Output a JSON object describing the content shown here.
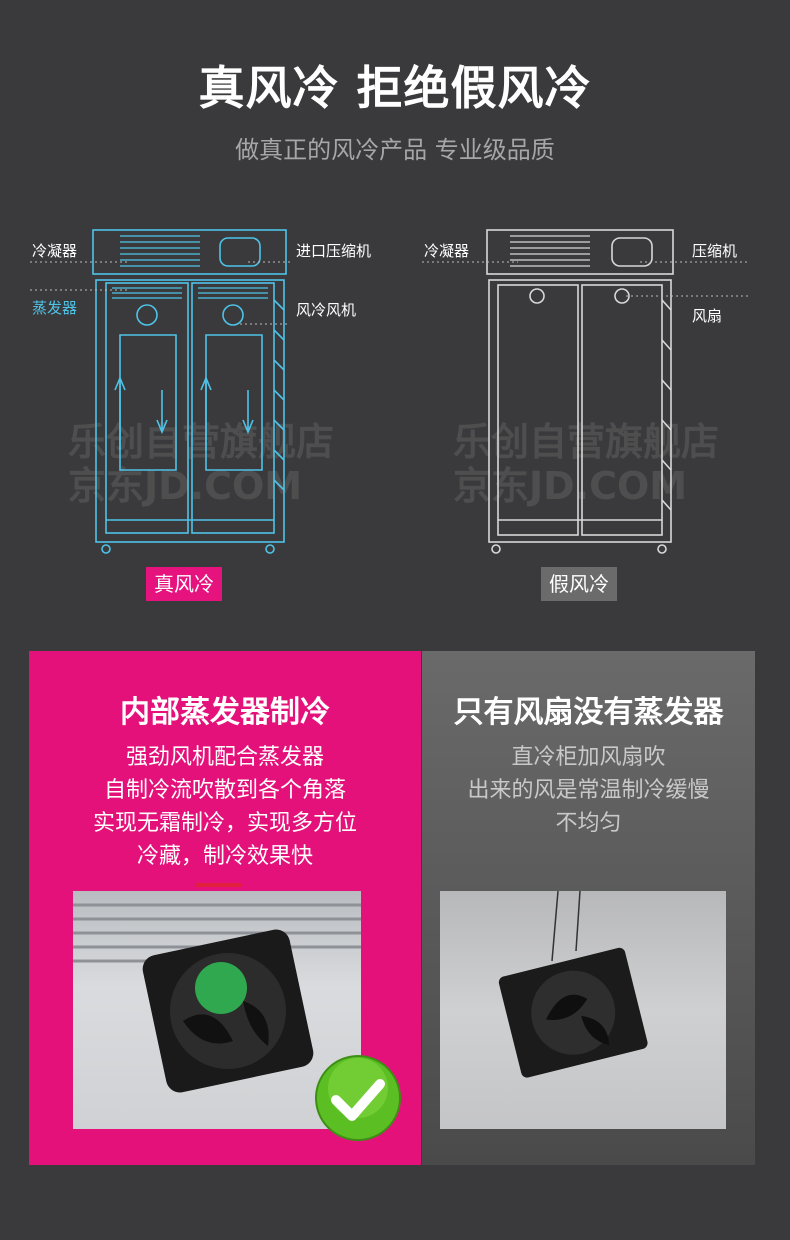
{
  "header": {
    "title": "真风冷 拒绝假风冷",
    "subtitle": "做真正的风冷产品 专业级品质"
  },
  "diagram_left": {
    "labels": {
      "condenser": "冷凝器",
      "evaporator": "蒸发器",
      "compressor": "进口压缩机",
      "fan": "风冷风机"
    },
    "tag": "真风冷",
    "watermark_1": "乐创自营旗舰店",
    "watermark_2": "京东JD.COM"
  },
  "diagram_right": {
    "labels": {
      "condenser": "冷凝器",
      "compressor": "压缩机",
      "fan": "风扇"
    },
    "tag": "假风冷",
    "watermark_1": "乐创自营旗舰店",
    "watermark_2": "京东JD.COM"
  },
  "panel_left": {
    "title": "内部蒸发器制冷",
    "lines": [
      "强劲风机配合蒸发器",
      "自制冷流吹散到各个角落",
      "实现无霜制冷，实现多方位",
      "冷藏，制冷效果快"
    ]
  },
  "panel_right": {
    "title": "只有风扇没有蒸发器",
    "lines": [
      "直冷柜加风扇吹",
      "出来的风是常温制冷缓慢",
      "不均匀"
    ]
  },
  "colors": {
    "accent": "#e4117a",
    "evaporator_blue": "#4ec3e8",
    "background": "#3a3a3c"
  }
}
